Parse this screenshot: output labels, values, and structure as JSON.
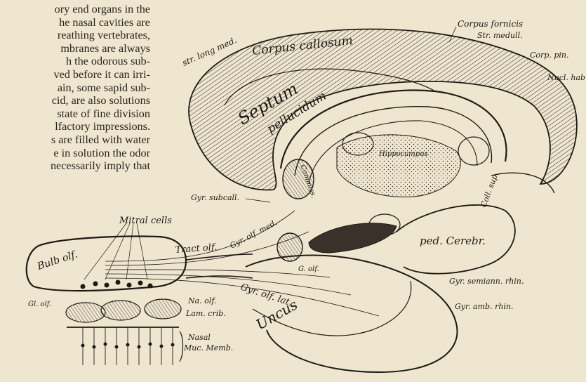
{
  "text_lines": [
    "ory end organs in the",
    "he nasal cavities are",
    "reathing vertebrates,",
    "mbranes are always",
    "h the odorous sub-",
    "ved before it can irri-",
    "ain, some sapid sub-",
    "cid, are also solutions",
    "state of fine division",
    "lfactory impressions.",
    "s are filled with water",
    "e in solution the odor",
    "necessarily imply that"
  ],
  "labels": {
    "str_long_med": "str. long med.",
    "corpus_callosum": "Corpus callosum",
    "corpus_fornicis": "Corpus fornicis",
    "str_medull": "Str. medull.",
    "corp_pin": "Corp. pin.",
    "nucl_hab": "Nucl. hab",
    "septum": "Septum",
    "pellucidum": "pellucidum",
    "hippocampus": "Hippocampus",
    "commiss": "Commiss.",
    "gyr_subcall": "Gyr. subcall.",
    "mitral_cells": "Mitral cells",
    "bulb_olf": "Bulb olf.",
    "tract_olf": "Tract olf.",
    "gyr_olf_med": "Gyr. olf. med.",
    "coll_sup": "Coll. sup.",
    "ped_cerebr": "ped. Cerebr.",
    "g_olf": "G. olf.",
    "gyr_olf_lat": "Gyr. olf. lat.",
    "uncus": "Uncus",
    "gyr_semiann": "Gyr. semiann. rhin.",
    "gyr_amb": "Gyr. amb. rhin.",
    "gl_olf": "Gl. olf.",
    "na_olf": "Na. olf.",
    "lam_crib": "Lam. crib.",
    "nasal_muc": "Nasal",
    "nasal_muc2": "Muc. Memb."
  }
}
